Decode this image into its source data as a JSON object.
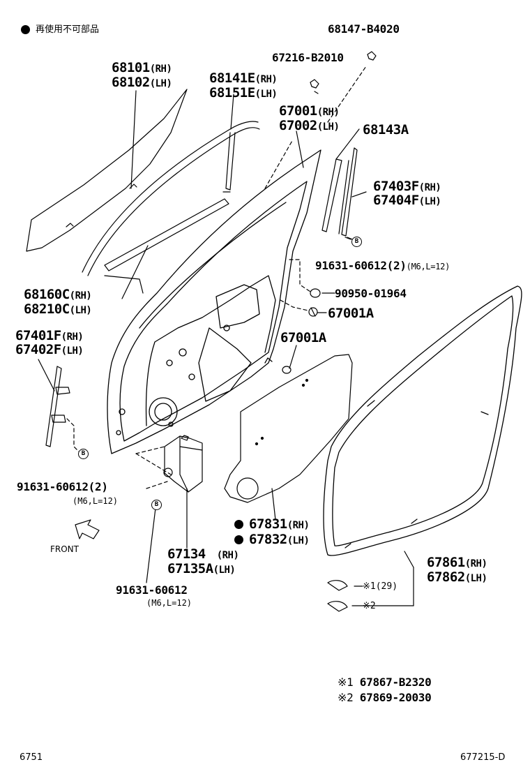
{
  "legend": {
    "non_reusable": "再使用不可部品"
  },
  "parts": {
    "p68147": "68147-B4020",
    "p67216": "67216-B2010",
    "p68101": "68101",
    "p68101_s": "(RH)",
    "p68102": "68102",
    "p68102_s": "(LH)",
    "p68141": "68141E",
    "p68141_s": "(RH)",
    "p68151": "68151E",
    "p68151_s": "(LH)",
    "p67001": "67001",
    "p67001_s": "(RH)",
    "p67002": "67002",
    "p67002_s": "(LH)",
    "p68143": "68143A",
    "p67403": "67403F",
    "p67403_s": "(RH)",
    "p67404": "67404F",
    "p67404_s": "(LH)",
    "p91631a": "91631-60612(2)",
    "p91631a_s": "(M6,L=12)",
    "p90950": "90950-01964",
    "p67001a1": "67001A",
    "p67001a2": "67001A",
    "p68160": "68160C",
    "p68160_s": "(RH)",
    "p68210": "68210C",
    "p68210_s": "(LH)",
    "p67401": "67401F",
    "p67401_s": "(RH)",
    "p67402": "67402F",
    "p67402_s": "(LH)",
    "p91631b": "91631-60612(2)",
    "p91631b_s": "(M6,L=12)",
    "front": "FRONT",
    "p67831": "67831",
    "p67831_s": "(RH)",
    "p67832": "67832",
    "p67832_s": "(LH)",
    "p67134": "67134",
    "p67134_s": "(RH)",
    "p67135": "67135A",
    "p67135_s": "(LH)",
    "p91631c": "91631-60612",
    "p91631c_s": "(M6,L=12)",
    "p67861": "67861",
    "p67861_s": "(RH)",
    "p67862": "67862",
    "p67862_s": "(LH)",
    "clip1": "※1(29)",
    "clip2": "※2",
    "b_mark": "B"
  },
  "footnotes": {
    "n1_mark": "※1",
    "n1_part": "67867-B2320",
    "n2_mark": "※2",
    "n2_part": "67869-20030"
  },
  "footer": {
    "left": "6751",
    "right": "677215-D"
  }
}
